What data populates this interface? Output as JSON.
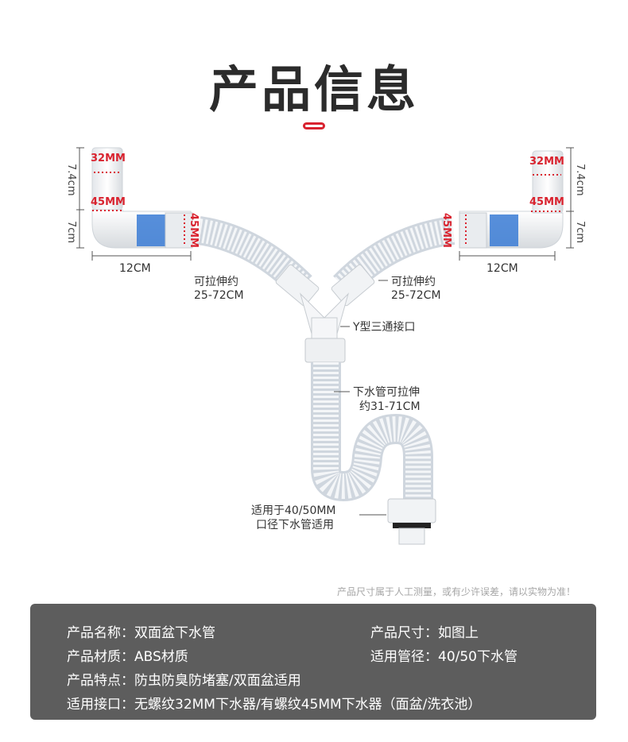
{
  "title": "产品信息",
  "labels": {
    "left_top_size": "32MM",
    "left_mid_size": "45MM",
    "left_vertical_size": "45MM",
    "right_top_size": "32MM",
    "right_mid_size": "45MM",
    "right_vertical_size": "45MM",
    "left_height_top": "7.4cm",
    "left_height_bottom": "7cm",
    "right_height_top": "7.4cm",
    "right_height_bottom": "7cm",
    "left_width": "12CM",
    "right_width": "12CM",
    "left_stretch_1": "可拉伸约",
    "left_stretch_2": "25-72CM",
    "right_stretch_1": "可拉伸约",
    "right_stretch_2": "25-72CM",
    "y_joint": "Y型三通接口",
    "drain_stretch_1": "下水管可拉伸",
    "drain_stretch_2": "约31-71CM",
    "fits_1": "适用于40/50MM",
    "fits_2": "口径下水管适用"
  },
  "note": "产品尺寸属于人工测量，或有少许误差，请以实物为准！",
  "specs": {
    "name_key": "产品名称：",
    "name_val": "双面盆下水管",
    "size_key": "产品尺寸：",
    "size_val": "如图上",
    "material_key": "产品材质：",
    "material_val": "ABS材质",
    "pipe_key": "适用管径：",
    "pipe_val": "40/50下水管",
    "feature_key": "产品特点：",
    "feature_val": "防虫防臭防堵塞/双面盆适用",
    "port_key": "适用接口：",
    "port_val": "无螺纹32MM下水器/有螺纹45MM下水器（面盆/洗衣池）"
  },
  "colors": {
    "accent": "#d9232f",
    "panel": "#5d5d5d",
    "pipe": "#f2f2f2",
    "blue": "#3a7bd5"
  }
}
